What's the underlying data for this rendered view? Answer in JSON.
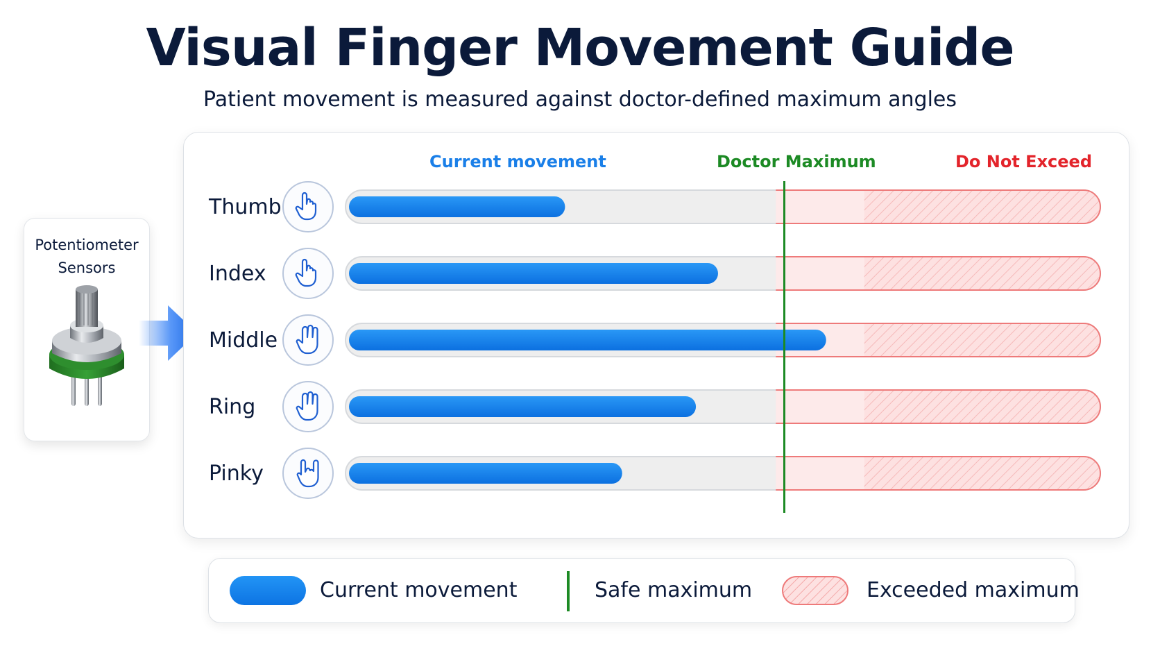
{
  "header": {
    "title": "Visual Finger Movement Guide",
    "subtitle": "Patient movement is measured against doctor-defined maximum angles"
  },
  "sensor": {
    "label_line1": "Potentiometer",
    "label_line2": "Sensors"
  },
  "columns": {
    "current": "Current movement",
    "doctor": "Doctor Maximum",
    "exceed": "Do Not Exceed"
  },
  "colors": {
    "current": "#1a7fe8",
    "doctor_max": "#1c8a24",
    "exceed": "#e3242b",
    "exceed_fill": "#fde1e1",
    "track": "#eeeeee"
  },
  "scale": {
    "doctor_max": 0.5707,
    "track_end": 0.6889
  },
  "fingers": [
    {
      "name": "Thumb",
      "icon": "pointing-hand-icon",
      "value": 0.2889
    },
    {
      "name": "Index",
      "icon": "pointing-hand-icon",
      "value": 0.4935
    },
    {
      "name": "Middle",
      "icon": "open-hand-icon",
      "value": 0.638
    },
    {
      "name": "Ring",
      "icon": "open-hand-icon",
      "value": 0.4639
    },
    {
      "name": "Pinky",
      "icon": "rock-hand-icon",
      "value": 0.3653
    }
  ],
  "legend": {
    "current": "Current movement",
    "safe": "Safe maximum",
    "exceeded": "Exceeded maximum"
  }
}
